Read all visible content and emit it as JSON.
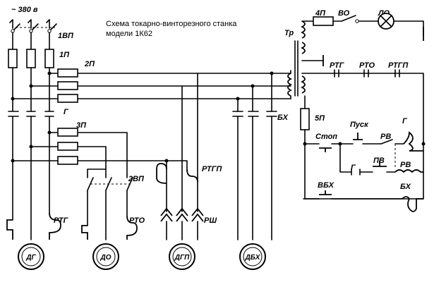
{
  "title": {
    "line1": "Схема токарно-винторезного  станка",
    "line2": "модели 1К62"
  },
  "labels": {
    "supply": "~ 380 в",
    "vp1": "1ВП",
    "p1": "1П",
    "p2": "2П",
    "g_main": "Г",
    "p3": "3П",
    "vp2": "2ВП",
    "rtg": "РТГ",
    "rto": "РТО",
    "rtgp": "РТГП",
    "rsh": "РШ",
    "bx": "БХ",
    "tr": "Тр",
    "p4": "4П",
    "vo": "ВО",
    "lo": "ЛО",
    "rtg_c": "РТГ",
    "rto_c": "РТО",
    "rtgp_c": "РТГП",
    "p5": "5П",
    "stop": "Стоп",
    "pusk": "Пуск",
    "rv1": "РВ",
    "g_coil": "Г",
    "g_cont": "Г",
    "pv": "ПВ",
    "rv2": "РВ",
    "vbx": "ВБХ",
    "bx_coil": "БХ"
  },
  "motors": [
    {
      "id": "dg",
      "label": "ДГ"
    },
    {
      "id": "do",
      "label": "ДО"
    },
    {
      "id": "dgp",
      "label": "ДГП"
    },
    {
      "id": "dbx",
      "label": "ДБХ"
    }
  ],
  "colors": {
    "ink": "#000000",
    "paper": "#ffffff"
  }
}
